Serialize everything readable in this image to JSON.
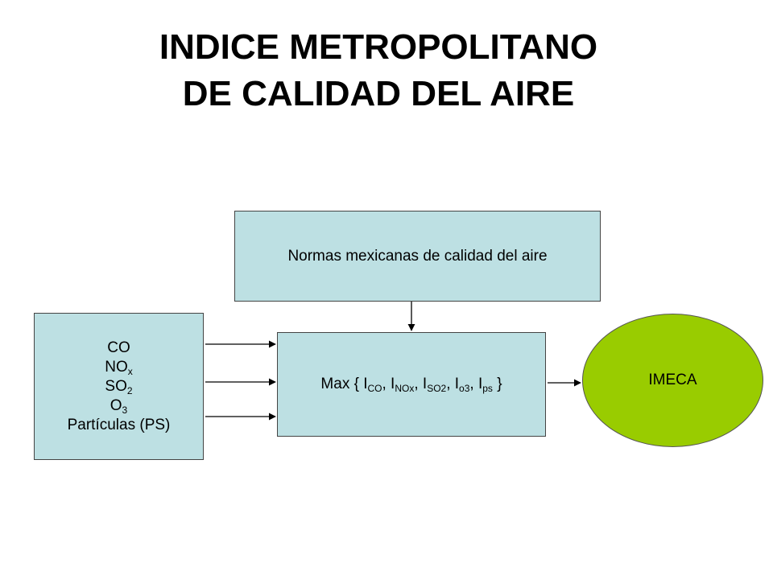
{
  "title": {
    "line1": "INDICE METROPOLITANO",
    "line2": "DE CALIDAD DEL AIRE"
  },
  "normas_box": {
    "label": "Normas mexicanas de calidad del aire"
  },
  "pollutants_box": {
    "co": "CO",
    "nox_base": "NO",
    "nox_sub": "x",
    "so2_base": "SO",
    "so2_sub": "2",
    "o3_base": "O",
    "o3_sub": "3",
    "particles": "Partículas (PS)"
  },
  "max_box": {
    "prefix": "Max { I",
    "sub_co": "CO",
    "sep1": ", I",
    "sub_nox": "NOx",
    "sep2": ", I",
    "sub_so2": "SO2",
    "sep3": ", I",
    "sub_o3": "o3",
    "sep4": ", I",
    "sub_ps": "ps",
    "suffix": " }"
  },
  "result": {
    "label": "IMECA"
  },
  "colors": {
    "box_fill": "#bde0e3",
    "result_fill": "#99cc00",
    "arrow": "#000000"
  }
}
